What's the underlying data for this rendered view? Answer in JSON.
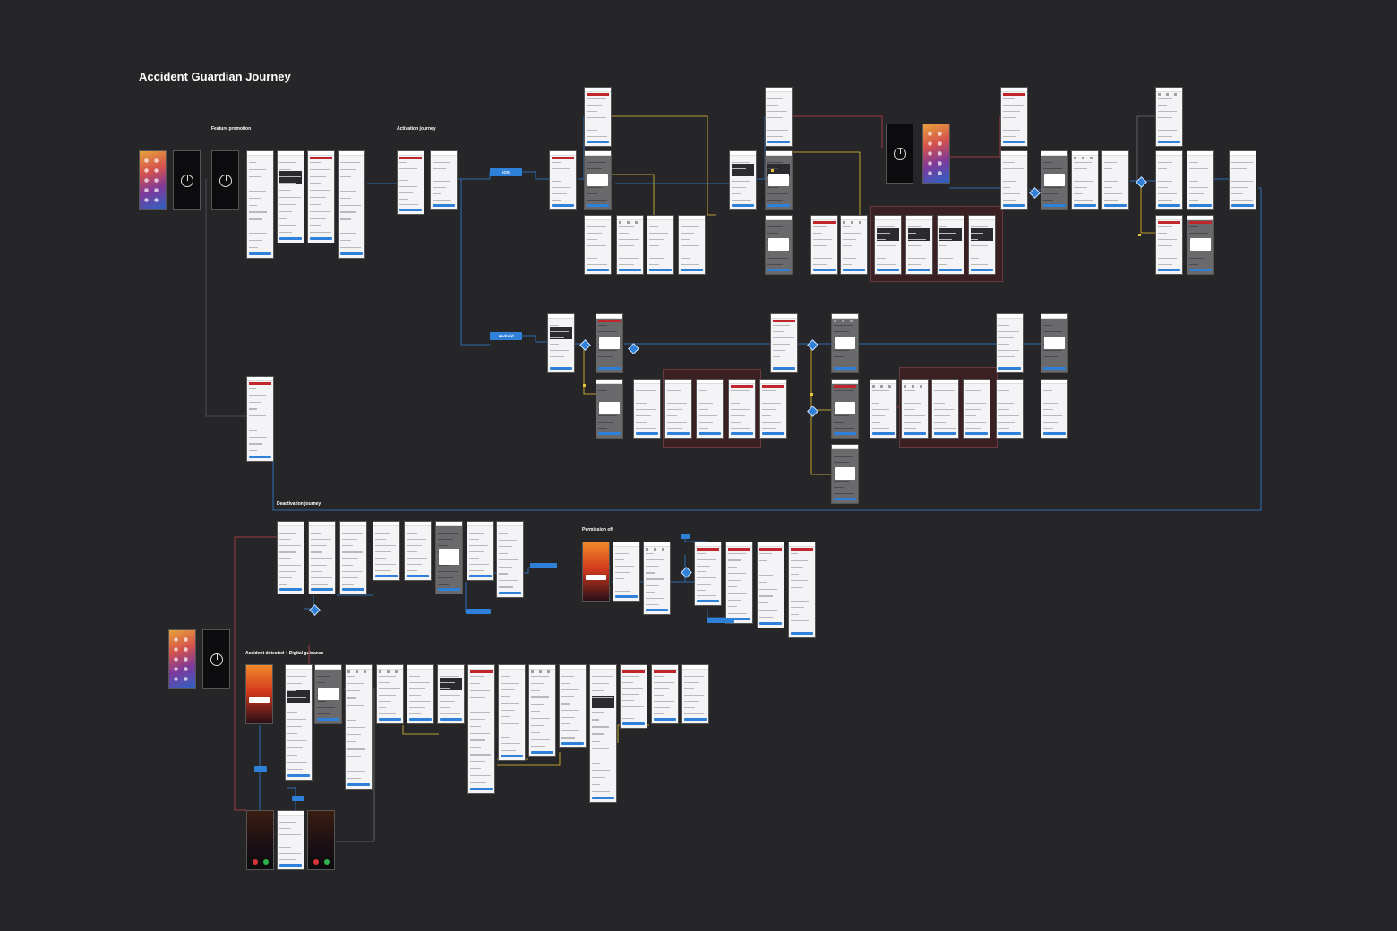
{
  "title": "Accident Guardian Journey",
  "sections": {
    "feature_promotion": "Feature promotion",
    "activation_journey": "Activation journey",
    "deactivation_journey": "Deactivation journey",
    "permission_off": "Permission off",
    "accident_detected": "Accident detected + Digital guidance"
  },
  "platform_buttons": {
    "ios": "iOS",
    "android": "Android"
  },
  "colors": {
    "canvas": "#262628",
    "accent_blue": "#2f80d9",
    "connector_yellow": "#e8c33a",
    "connector_red": "#c2414a",
    "system_section": "#3a2023"
  },
  "screen_type_legend": [
    "home-screen",
    "splash-screen",
    "app-screen",
    "dimmed-modal-screen",
    "lock-screen",
    "call-screen"
  ]
}
